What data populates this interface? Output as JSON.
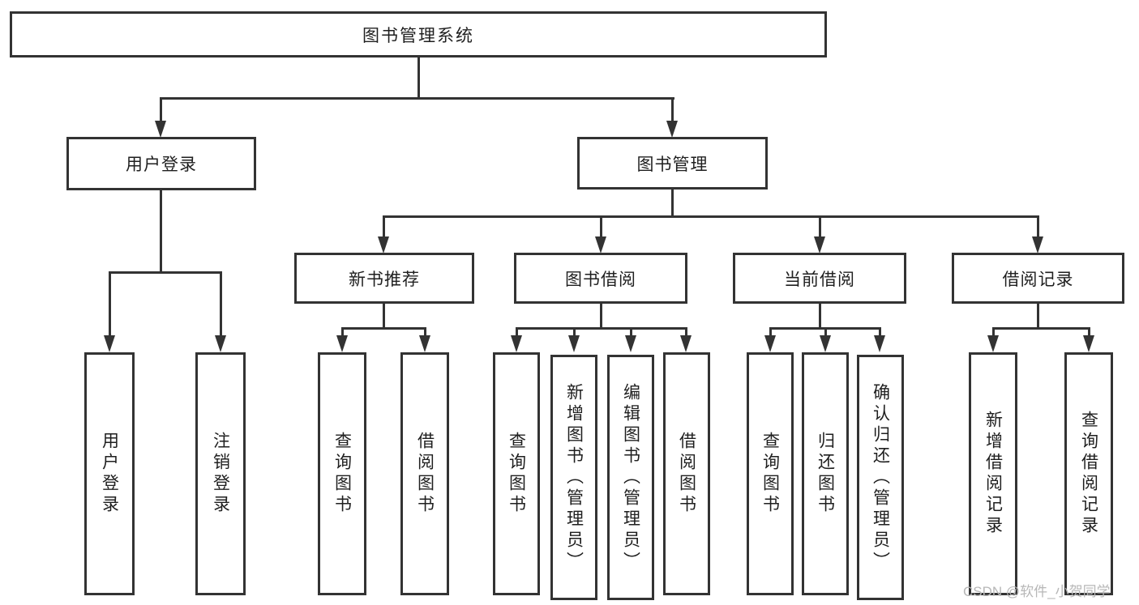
{
  "diagram": {
    "root": {
      "label": "图书管理系统"
    },
    "branches": {
      "user_login": {
        "label": "用户登录",
        "children": [
          {
            "label": "用户登录"
          },
          {
            "label": "注销登录"
          }
        ]
      },
      "book_management": {
        "label": "图书管理",
        "modules": [
          {
            "label": "新书推荐",
            "children": [
              {
                "label": "查询图书"
              },
              {
                "label": "借阅图书"
              }
            ]
          },
          {
            "label": "图书借阅",
            "children": [
              {
                "label": "查询图书"
              },
              {
                "label": "新增图书（管理员）"
              },
              {
                "label": "编辑图书（管理员）"
              },
              {
                "label": "借阅图书"
              }
            ]
          },
          {
            "label": "当前借阅",
            "children": [
              {
                "label": "查询图书"
              },
              {
                "label": "归还图书"
              },
              {
                "label": "确认归还（管理员）"
              }
            ]
          },
          {
            "label": "借阅记录",
            "children": [
              {
                "label": "新增借阅记录"
              },
              {
                "label": "查询借阅记录"
              }
            ]
          }
        ]
      }
    },
    "watermark": "CSDN @软件_小贺同学",
    "colors": {
      "line": "#333333",
      "text": "#1f1f1f",
      "watermark": "#b7b7b7",
      "background": "#ffffff"
    }
  }
}
